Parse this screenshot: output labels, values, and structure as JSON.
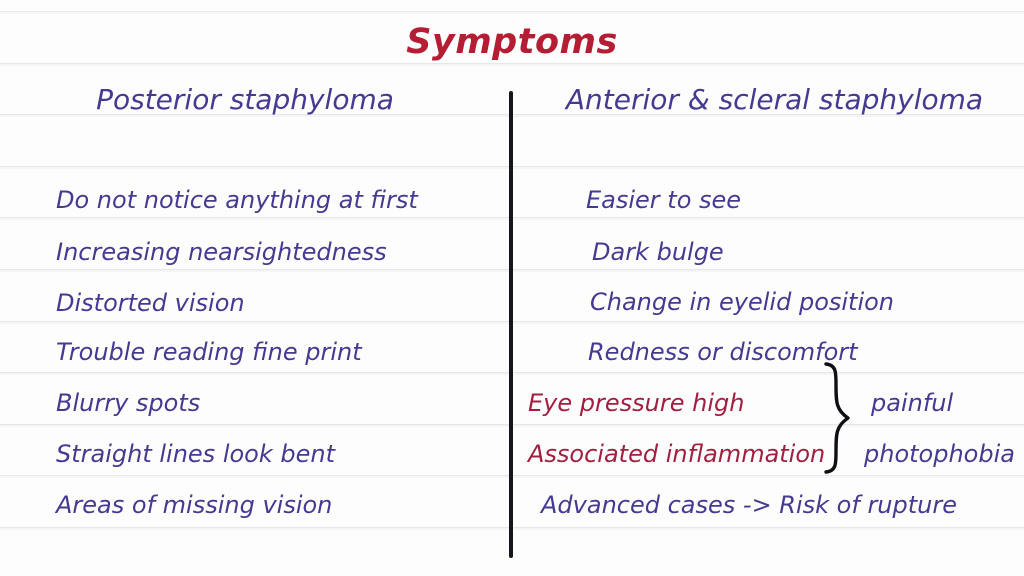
{
  "page": {
    "title": "Symptoms",
    "title_color": "#b41d33",
    "text_color": "#453a91",
    "accent_red": "#a21f3f",
    "rule_color": "#e6e7ea",
    "divider_color": "#16161a"
  },
  "columns": {
    "left": {
      "heading": "Posterior staphyloma",
      "items": [
        {
          "text": "Do not notice anything at first",
          "color": "purple"
        },
        {
          "text": "Increasing nearsightedness",
          "color": "purple"
        },
        {
          "text": "Distorted vision",
          "color": "purple"
        },
        {
          "text": "Trouble reading fine print",
          "color": "purple"
        },
        {
          "text": "Blurry spots",
          "color": "purple"
        },
        {
          "text": "Straight lines look bent",
          "color": "purple"
        },
        {
          "text": "Areas of missing vision",
          "color": "purple"
        }
      ]
    },
    "right": {
      "heading": "Anterior & scleral staphyloma",
      "items": [
        {
          "text": "Easier to see",
          "color": "purple"
        },
        {
          "text": "Dark bulge",
          "color": "purple"
        },
        {
          "text": "Change in eyelid position",
          "color": "purple"
        },
        {
          "text": "Redness or discomfort",
          "color": "purple"
        },
        {
          "text": "Eye pressure high",
          "color": "red"
        },
        {
          "text": "Associated inflammation",
          "color": "red"
        },
        {
          "text": "Advanced cases  -> Risk of rupture",
          "color": "purple"
        }
      ],
      "brace_labels": [
        {
          "text": "painful"
        },
        {
          "text": "photophobia"
        }
      ]
    }
  }
}
